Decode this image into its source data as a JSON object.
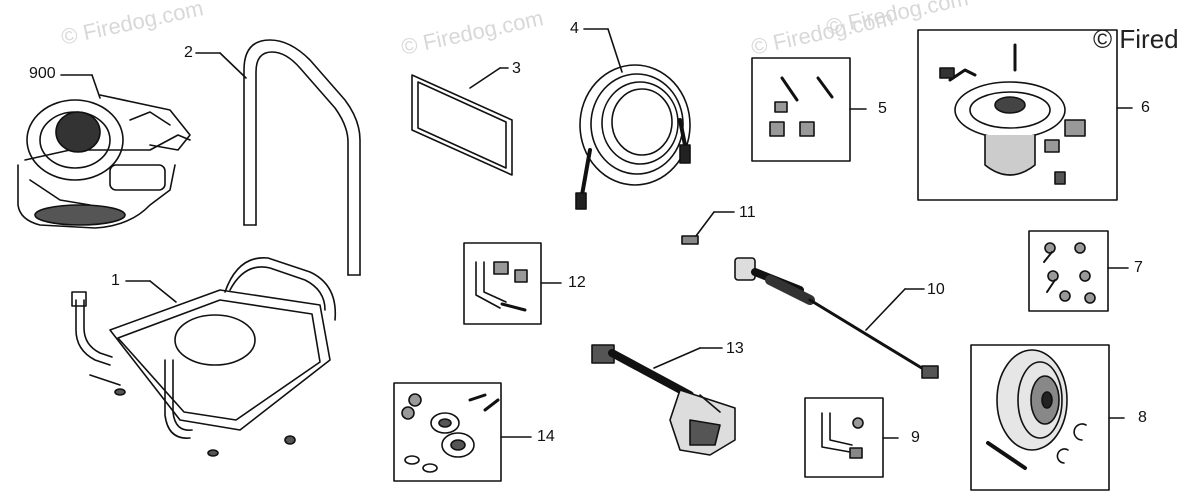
{
  "diagram": {
    "watermarks": [
      "© Firedog.com",
      "© Firedog.com",
      "© Firedog.com",
      "© Firedog.com",
      "© Fired"
    ],
    "parts": [
      {
        "id": "p900",
        "label": "900",
        "icon": "engine-icon"
      },
      {
        "id": "p2",
        "label": "2",
        "icon": "handle-icon"
      },
      {
        "id": "p3",
        "label": "3",
        "icon": "panel-icon"
      },
      {
        "id": "p4",
        "label": "4",
        "icon": "hose-icon"
      },
      {
        "id": "p5",
        "label": "5",
        "icon": "hardware-kit-icon"
      },
      {
        "id": "p6",
        "label": "6",
        "icon": "pump-icon"
      },
      {
        "id": "p1",
        "label": "1",
        "icon": "frame-icon"
      },
      {
        "id": "p11",
        "label": "11",
        "icon": "nozzle-icon"
      },
      {
        "id": "p12",
        "label": "12",
        "icon": "bolt-kit-icon"
      },
      {
        "id": "p7",
        "label": "7",
        "icon": "hardware-kit-icon"
      },
      {
        "id": "p10",
        "label": "10",
        "icon": "wand-icon"
      },
      {
        "id": "p13",
        "label": "13",
        "icon": "spray-gun-icon"
      },
      {
        "id": "p14",
        "label": "14",
        "icon": "wheel-hardware-icon"
      },
      {
        "id": "p9",
        "label": "9",
        "icon": "axle-kit-icon"
      },
      {
        "id": "p8",
        "label": "8",
        "icon": "wheel-kit-icon"
      }
    ]
  }
}
